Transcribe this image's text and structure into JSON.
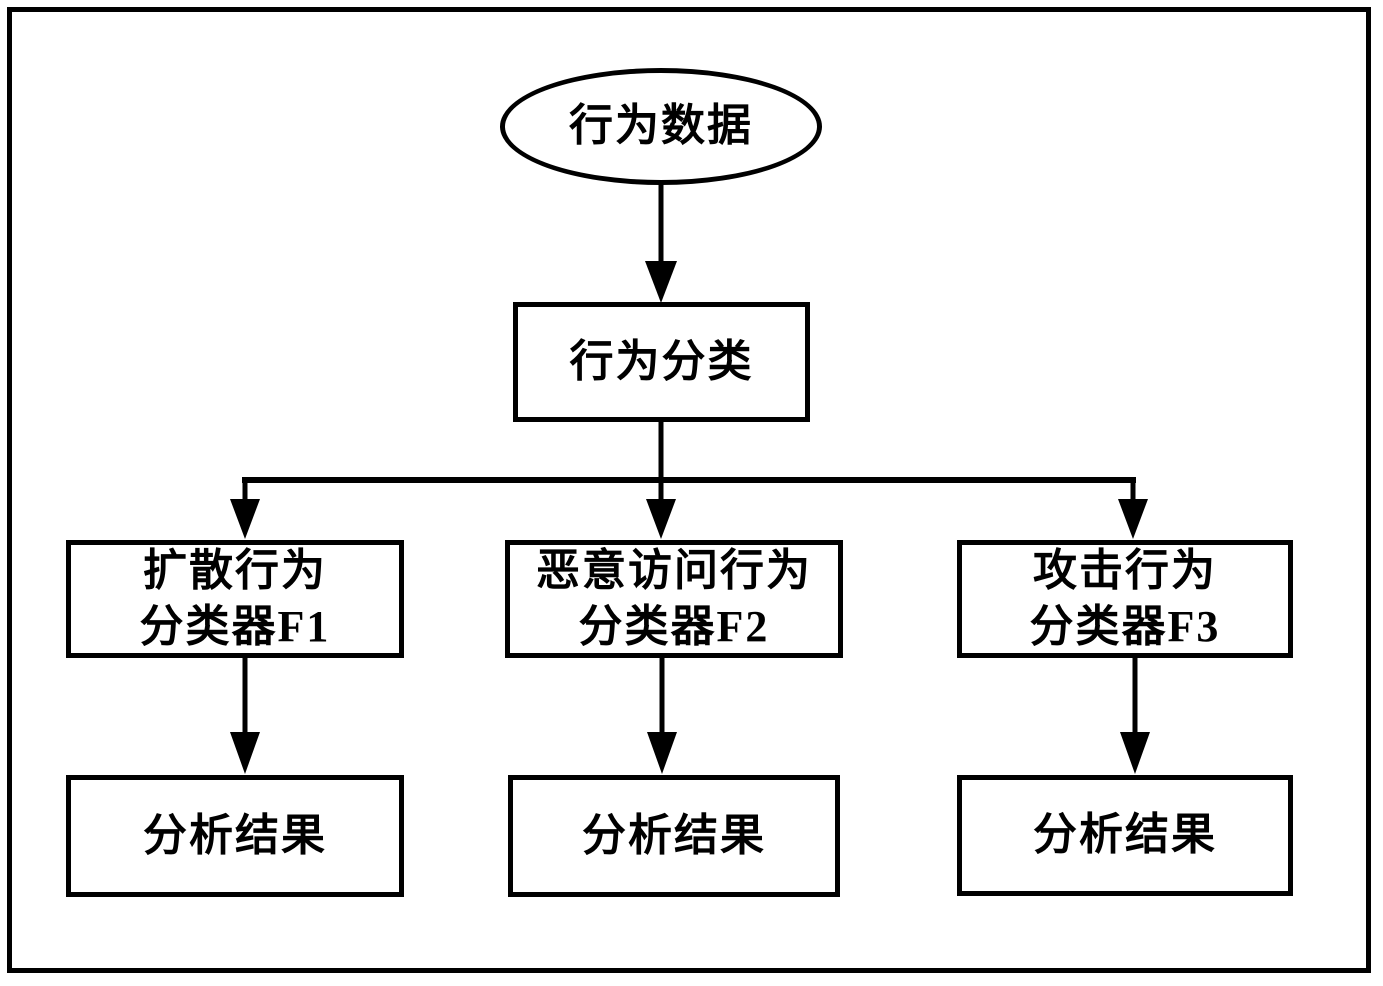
{
  "diagram": {
    "background_color": "#ffffff",
    "line_color": "#000000",
    "nodes": {
      "source": {
        "label": "行为数据",
        "shape": "ellipse"
      },
      "classify": {
        "label": "行为分类",
        "shape": "rect"
      },
      "f1": {
        "line1": "扩散行为",
        "line2": "分类器F1",
        "shape": "rect"
      },
      "f2": {
        "line1": "恶意访问行为",
        "line2": "分类器F2",
        "shape": "rect"
      },
      "f3": {
        "line1": "攻击行为",
        "line2": "分类器F3",
        "shape": "rect"
      },
      "r1": {
        "label": "分析结果",
        "shape": "rect"
      },
      "r2": {
        "label": "分析结果",
        "shape": "rect"
      },
      "r3": {
        "label": "分析结果",
        "shape": "rect"
      }
    },
    "edges": [
      {
        "from": "行为数据",
        "to": "行为分类"
      },
      {
        "from": "行为分类",
        "to": "扩散行为分类器F1"
      },
      {
        "from": "行为分类",
        "to": "恶意访问行为分类器F2"
      },
      {
        "from": "行为分类",
        "to": "攻击行为分类器F3"
      },
      {
        "from": "扩散行为分类器F1",
        "to": "分析结果"
      },
      {
        "from": "恶意访问行为分类器F2",
        "to": "分析结果"
      },
      {
        "from": "攻击行为分类器F3",
        "to": "分析结果"
      }
    ]
  }
}
